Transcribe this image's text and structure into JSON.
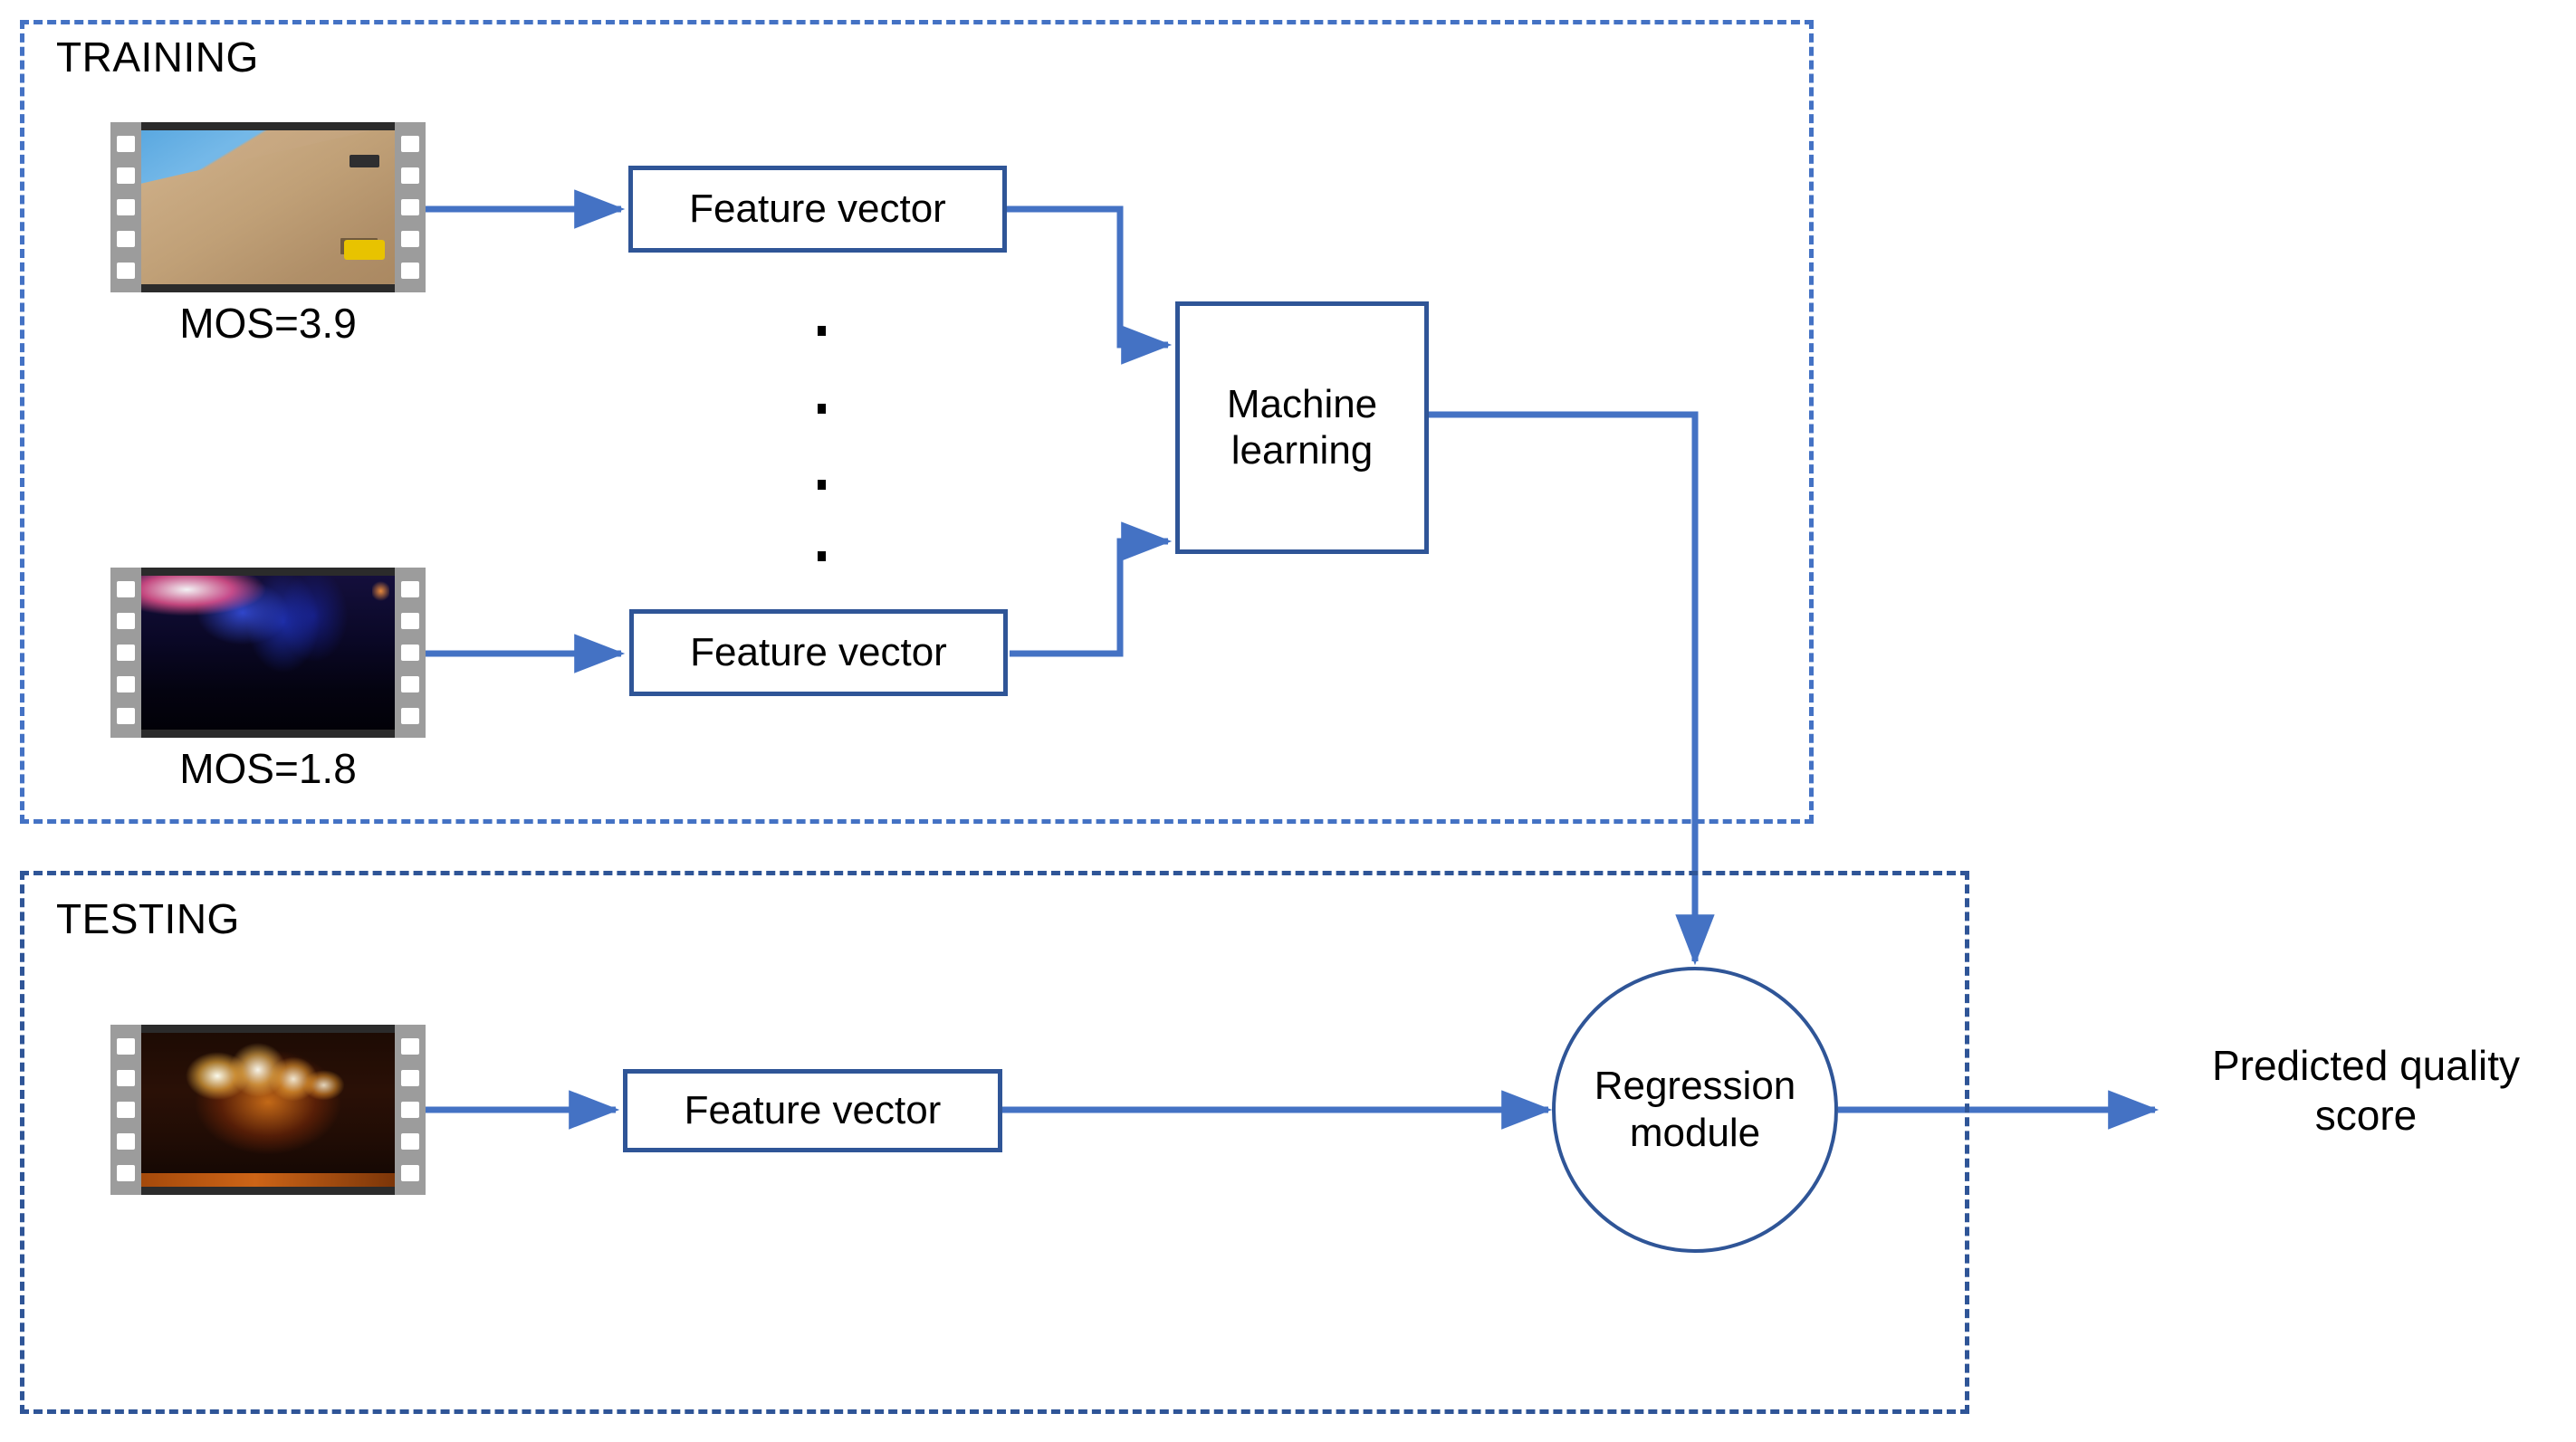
{
  "diagram": {
    "title_training": "TRAINING",
    "title_testing": "TESTING",
    "accent_color": "#4472c4",
    "box_border_color": "#2f5597",
    "arrow_color": "#4472c4"
  },
  "training": {
    "label": "TRAINING",
    "samples": [
      {
        "thumbnail_name": "dirt-hill-video-thumbnail",
        "mos_label": "MOS=3.9",
        "feature_vector_label": "Feature vector"
      },
      {
        "thumbnail_name": "concert-video-thumbnail",
        "mos_label": "MOS=1.8",
        "feature_vector_label": "Feature vector"
      }
    ],
    "ellipsis_dots": 4,
    "machine_learning_label": "Machine learning"
  },
  "testing": {
    "label": "TESTING",
    "sample": {
      "thumbnail_name": "fire-performance-video-thumbnail",
      "feature_vector_label": "Feature vector"
    },
    "regression_module_label": "Regression module",
    "output_label": "Predicted quality score"
  }
}
